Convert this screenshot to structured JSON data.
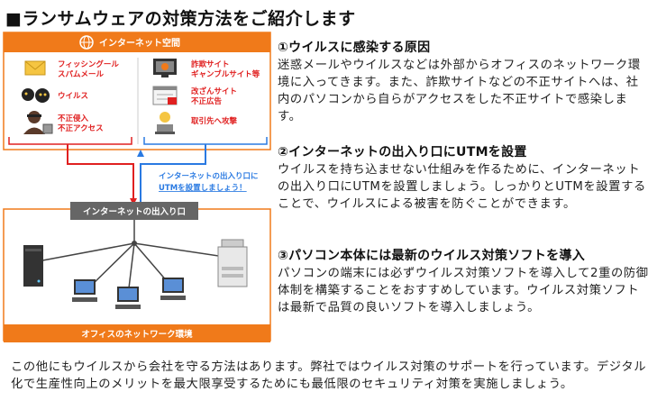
{
  "page": {
    "title": "■ランサムウェアの対策方法をご紹介します"
  },
  "diagram": {
    "internet_header": "インターネット空間",
    "left_items": [
      {
        "label_lines": [
          "フィッシングール",
          "スパムメール"
        ],
        "icon": "envelope-icon"
      },
      {
        "label_lines": [
          "ウイルス"
        ],
        "icon": "virus-icon"
      },
      {
        "label_lines": [
          "不正侵入",
          "不正アクセス"
        ],
        "icon": "thief-icon"
      }
    ],
    "right_items": [
      {
        "label_lines": [
          "詐欺サイト",
          "ギャンブルサイト等"
        ],
        "icon": "monitor-icon"
      },
      {
        "label_lines": [
          "改ざんサイト",
          "不正広告"
        ],
        "icon": "webpage-icon"
      },
      {
        "label_lines": [
          "取引先へ攻撃"
        ],
        "icon": "attacker-icon"
      }
    ],
    "callout_lines": [
      "インターネットの出入り口に",
      "UTMを設置しましょう！"
    ],
    "gateway_label": "インターネットの出入り口",
    "office_footer": "オフィスのネットワーク環境",
    "colors": {
      "orange": "#f07a1a",
      "red": "#e02020",
      "blue": "#2a7ae2",
      "gray": "#666666"
    }
  },
  "sections": [
    {
      "heading": "①ウイルスに感染する原因",
      "body": "迷惑メールやウイルスなどは外部からオフィスのネットワーク環境に入ってきます。また、詐欺サイトなどの不正サイトへは、社内のパソコンから自らがアクセスをした不正サイトで感染します。"
    },
    {
      "heading": "②インターネットの出入り口にUTMを設置",
      "body": "ウイルスを持ち込ませない仕組みを作るために、インターネットの出入り口にUTMを設置しましょう。しっかりとUTMを設置することで、ウイルスによる被害を防ぐことができます。"
    },
    {
      "heading": "③パソコン本体には最新のウイルス対策ソフトを導入",
      "body": "パソコンの端末には必ずウイルス対策ソフトを導入して2重の防御体制を構築することをおすすめしています。ウイルス対策ソフトは最新で品質の良いソフトを導入しましょう。"
    }
  ],
  "footer": {
    "text": "この他にもウイルスから会社を守る方法はあります。弊社ではウイルス対策のサポートを行っています。デジタル化で生産性向上のメリットを最大限享受するためにも最低限のセキュリティ対策を実施しましょう。"
  }
}
